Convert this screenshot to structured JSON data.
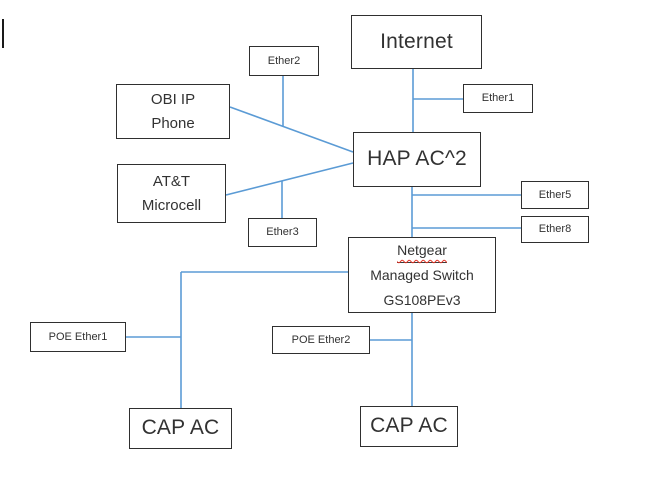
{
  "diagram": {
    "kind": "network-topology",
    "accent_color": "#5b9bd5",
    "box_border_color": "#2f2f2f",
    "misspell_squiggle_color": "#e33022",
    "nodes": {
      "internet": {
        "label": "Internet"
      },
      "hap": {
        "label": "HAP AC^2"
      },
      "obi": {
        "line1": "OBI IP",
        "line2": "Phone"
      },
      "att": {
        "line1": "AT&T",
        "line2": "Microcell"
      },
      "switch": {
        "line1": "Netgear",
        "line2": "Managed Switch",
        "line3": "GS108PEv3"
      },
      "ether1": {
        "label": "Ether1"
      },
      "ether2": {
        "label": "Ether2"
      },
      "ether3": {
        "label": "Ether3"
      },
      "ether5": {
        "label": "Ether5"
      },
      "ether8": {
        "label": "Ether8"
      },
      "poe1": {
        "label": "POE Ether1"
      },
      "poe2": {
        "label": "POE Ether2"
      },
      "cap1": {
        "label": "CAP AC"
      },
      "cap2": {
        "label": "CAP AC"
      }
    },
    "edges": [
      {
        "from": "internet",
        "to": "hap",
        "port_label": "Ether1"
      },
      {
        "from": "obi",
        "to": "hap",
        "port_label": "Ether2"
      },
      {
        "from": "att",
        "to": "hap",
        "port_label": "Ether3"
      },
      {
        "from": "hap",
        "to": "switch",
        "port_labels": [
          "Ether5",
          "Ether8"
        ]
      },
      {
        "from": "switch",
        "to": "cap1",
        "port_label": "POE Ether1"
      },
      {
        "from": "switch",
        "to": "cap2",
        "port_label": "POE Ether2"
      }
    ]
  }
}
